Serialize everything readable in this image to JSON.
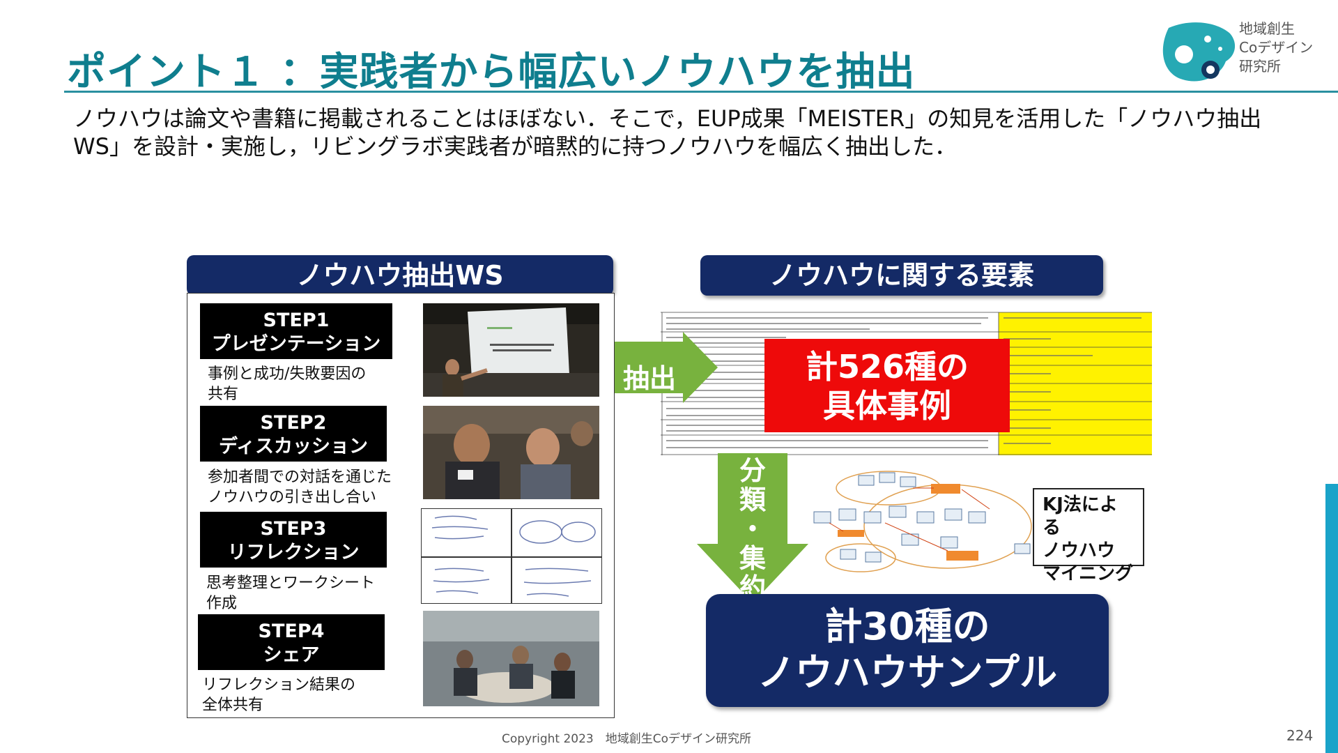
{
  "header": {
    "title": "ポイント１ ：実践者から幅広いノウハウを抽出",
    "logo_text": "地域創生\nCoデザイン\n研究所"
  },
  "intro": {
    "line1": "ノウハウは論文や書籍に掲載されることはほぼない．そこで，EUP成果「MEISTER」の知見を活用した「ノウハウ抽出",
    "line2": "WS」を設計・実施し，リビングラボ実践者が暗黙的に持つノウハウを幅広く抽出した．"
  },
  "workshop": {
    "banner": "ノウハウ抽出WS",
    "steps": [
      {
        "name": "STEP1",
        "title": "プレゼンテーション",
        "desc": "事例と成功/失敗要因の\n共有"
      },
      {
        "name": "STEP2",
        "title": "ディスカッション",
        "desc": "参加者間での対話を通じた\nノウハウの引き出し合い"
      },
      {
        "name": "STEP3",
        "title": "リフレクション",
        "desc": "思考整理とワークシート\n作成"
      },
      {
        "name": "STEP4",
        "title": "シェア",
        "desc": "リフレクション結果の\n全体共有"
      }
    ]
  },
  "elements": {
    "banner": "ノウハウに関する要素",
    "extract_label": "抽出",
    "total_cases_line1": "計526種の",
    "total_cases_line2": "具体事例",
    "classify_chars": [
      "分",
      "類",
      "・",
      "集",
      "約"
    ],
    "kj_label": "KJ法による\nノウハウ\nマイニング",
    "total_samples_line1": "計30種の",
    "total_samples_line2": "ノウハウサンプル"
  },
  "footer": {
    "copyright": "Copyright 2023　地域創生Coデザイン研究所",
    "page": "224"
  },
  "colors": {
    "title_teal": "#0f7e8e",
    "navy": "#142a66",
    "green_arrow": "#78b23e",
    "red": "#ee0a0a",
    "accent_blue": "#1aa3c9"
  }
}
